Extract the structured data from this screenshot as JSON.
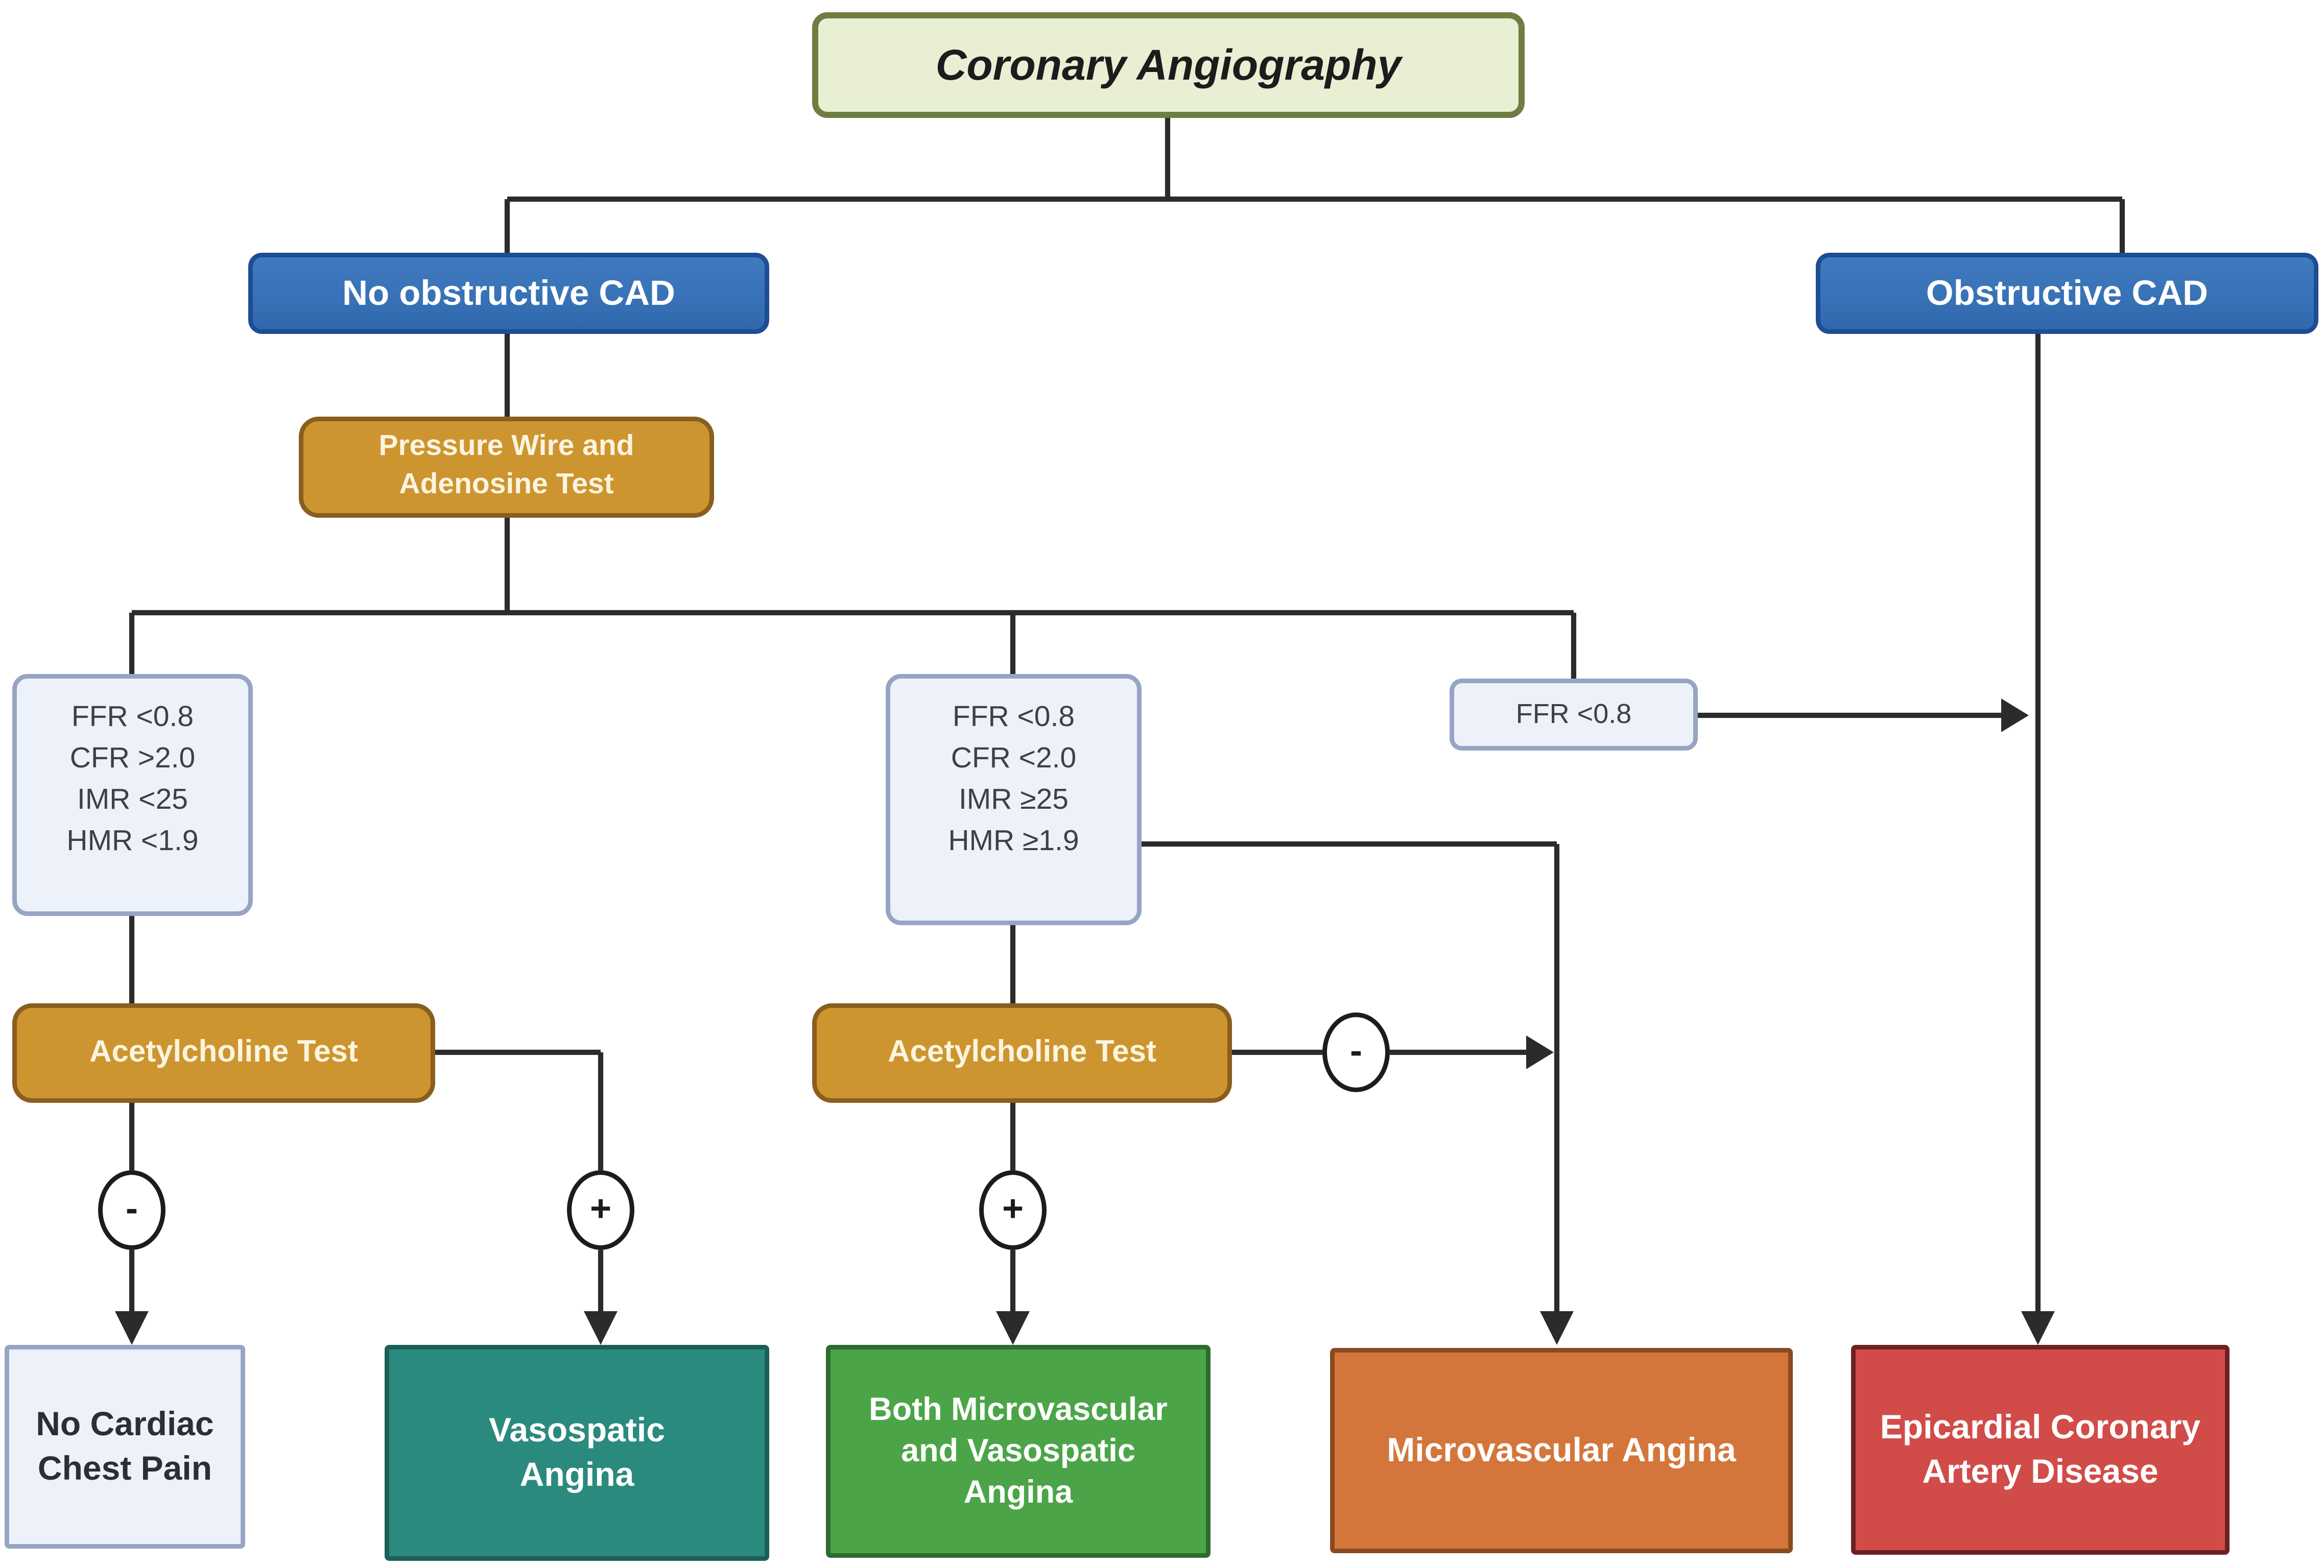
{
  "figure": {
    "title": "Coronary Angiography decision flowchart",
    "type": "flowchart"
  },
  "nodes": {
    "coronary_angiography": {
      "label": "Coronary Angiography"
    },
    "no_obstructive_cad": {
      "label": "No obstructive CAD"
    },
    "obstructive_cad": {
      "label": "Obstructive CAD"
    },
    "pressure_wire_adenosine": {
      "label": "Pressure Wire and Adenosine Test"
    },
    "criteria_normal_physiology": {
      "lines": [
        "FFR <0.8",
        "CFR >2.0",
        "IMR <25",
        "HMR <1.9"
      ]
    },
    "criteria_microvascular": {
      "lines": [
        "FFR <0.8",
        "CFR <2.0",
        "IMR ≥25",
        "HMR ≥1.9"
      ]
    },
    "ffr_low": {
      "label": "FFR <0.8"
    },
    "acetylcholine_left": {
      "label": "Acetylcholine Test"
    },
    "acetylcholine_mid": {
      "label": "Acetylcholine Test"
    },
    "no_cardiac_chest_pain": {
      "label": "No Cardiac Chest Pain"
    },
    "vasospatic_angina": {
      "label": "Vasospatic Angina"
    },
    "both_micro_vaso": {
      "label": "Both Microvascular and Vasospatic Angina"
    },
    "microvascular_angina": {
      "label": "Microvascular Angina"
    },
    "epicardial_cad": {
      "label": "Epicardial Coronary Artery Disease"
    }
  },
  "signs": {
    "negative": "-",
    "positive": "+"
  },
  "colors": {
    "line": "#2b2b2b",
    "node_green_bg": "#e8efd3",
    "node_green_border": "#6e7d41",
    "node_blue_bg": "#3a74b8",
    "node_blue_border": "#1d4d94",
    "node_gold_bg": "#cd9530",
    "node_gold_border": "#8a5e1e",
    "node_light_bg": "#edf1f9",
    "node_light_border": "#97a5c4",
    "teal_bg": "#2b8a7e",
    "teal_border": "#1c5f56",
    "green_bg": "#4ba548",
    "green_border": "#2e6b2e",
    "orange_bg": "#d4763b",
    "orange_border": "#8a4a1f",
    "red_bg": "#d14c49",
    "red_border": "#6b2220"
  }
}
